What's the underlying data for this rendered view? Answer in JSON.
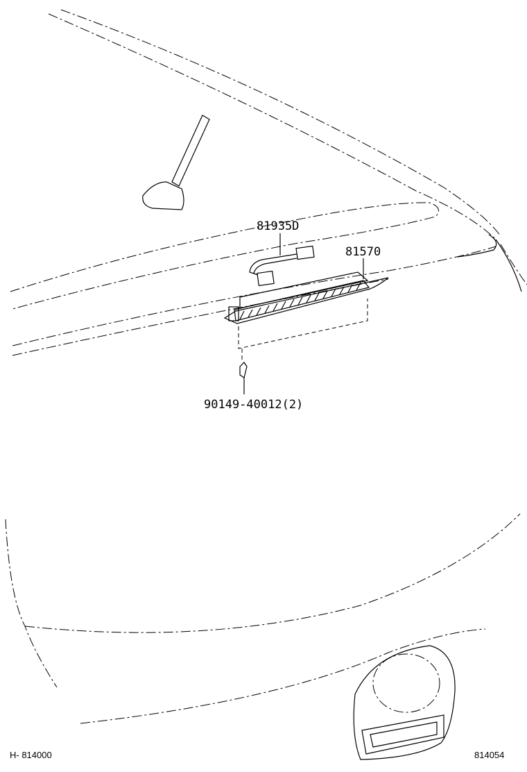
{
  "labels": {
    "wire_part": "81935D",
    "lamp_part": "81570",
    "screw_part": "90149-40012(2)"
  },
  "footer": {
    "left_code": "H- 814000",
    "right_code": "814054"
  },
  "icons": [
    "antenna-icon",
    "screw-icon",
    "connector-icon",
    "lamp-icon"
  ]
}
